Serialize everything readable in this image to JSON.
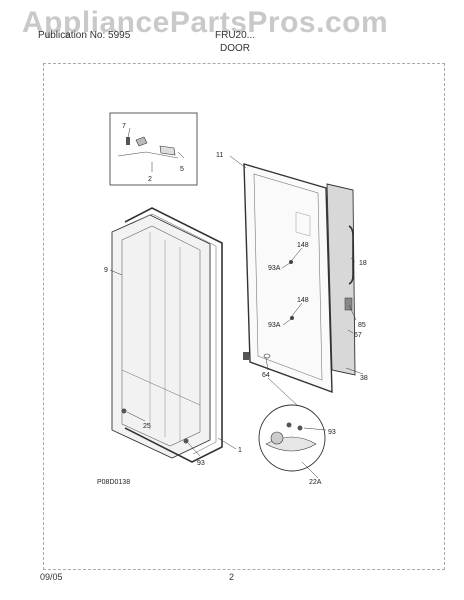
{
  "watermark": "AppliancePartsPros.com",
  "header": {
    "publication": "Publication No: 5995",
    "model": "FRU20...",
    "section": "DOOR"
  },
  "diagram": {
    "code": "P08D0138",
    "labels": {
      "p7": "7",
      "p2": "2",
      "p5": "5",
      "p11": "11",
      "p9": "9",
      "p148a": "148",
      "p148b": "148",
      "p93a": "93A",
      "p93a2": "93A",
      "p18": "18",
      "p85": "85",
      "p67": "67",
      "p64": "64",
      "p38": "38",
      "p25": "25",
      "p93": "93",
      "p93b": "93",
      "p1": "1",
      "p22a": "22A"
    }
  },
  "footer": {
    "date": "09/05",
    "page": "2"
  }
}
